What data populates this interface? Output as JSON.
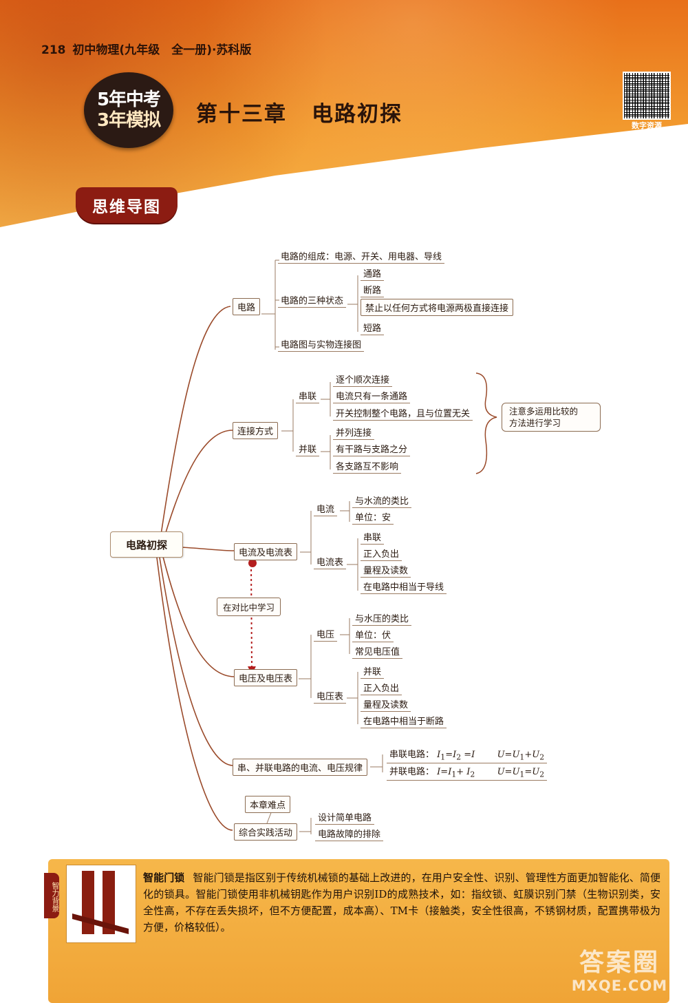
{
  "header": {
    "page_number": "218",
    "book_title": "初中物理(九年级　全一册)·苏科版",
    "logo_line1": "5年中考",
    "logo_line2": "3年模拟",
    "chapter": "第十三章",
    "chapter_title": "电路初探",
    "qr_label": "数字资源",
    "section_tag": "思维导图"
  },
  "mindmap": {
    "root": "电路初探",
    "circuit": {
      "label": "电路",
      "composition": "电路的组成：电源、开关、用电器、导线",
      "states_label": "电路的三种状态",
      "state_open": "通路",
      "state_break": "断路",
      "state_short_note": "禁止以任何方式将电源两极直接连接",
      "state_short": "短路",
      "diagram": "电路图与实物连接图"
    },
    "connection": {
      "label": "连接方式",
      "series": "串联",
      "series_items": [
        "逐个顺次连接",
        "电流只有一条通路",
        "开关控制整个电路，且与位置无关"
      ],
      "parallel": "并联",
      "parallel_items": [
        "并列连接",
        "有干路与支路之分",
        "各支路互不影响"
      ],
      "note_line1": "注意多运用比较的",
      "note_line2": "方法进行学习"
    },
    "current": {
      "label": "电流及电流表",
      "current_label": "电流",
      "current_items": [
        "与水流的类比",
        "单位：安"
      ],
      "meter_label": "电流表",
      "meter_items": [
        "串联",
        "正入负出",
        "量程及读数",
        "在电路中相当于导线"
      ]
    },
    "compare": "在对比中学习",
    "voltage": {
      "label": "电压及电压表",
      "voltage_label": "电压",
      "voltage_items": [
        "与水压的类比",
        "单位：伏",
        "常见电压值"
      ],
      "meter_label": "电压表",
      "meter_items": [
        "并联",
        "正入负出",
        "量程及读数",
        "在电路中相当于断路"
      ]
    },
    "rules": {
      "label": "串、并联电路的电流、电压规律",
      "series_label": "串联电路：",
      "parallel_label": "并联电路："
    },
    "practice": {
      "label": "综合实践活动",
      "difficulty": "本章难点",
      "items": [
        "设计简单电路",
        "电路故障的排除"
      ]
    }
  },
  "panel": {
    "tab": "智力背景",
    "title": "智能门锁",
    "text": "智能门锁是指区别于传统机械锁的基础上改进的，在用户安全性、识别、管理性方面更加智能化、简便化的锁具。智能门锁使用非机械钥匙作为用户识别ID的成熟技术，如：指纹锁、虹膜识别门禁（生物识别类，安全性高，不存在丢失损坏，但不方便配置，成本高）、TM卡（接触类，安全性很高，不锈钢材质，配置携带极为方便，价格较低）。"
  },
  "watermark": {
    "line1": "答案圈",
    "line2": "MXQE.COM"
  }
}
